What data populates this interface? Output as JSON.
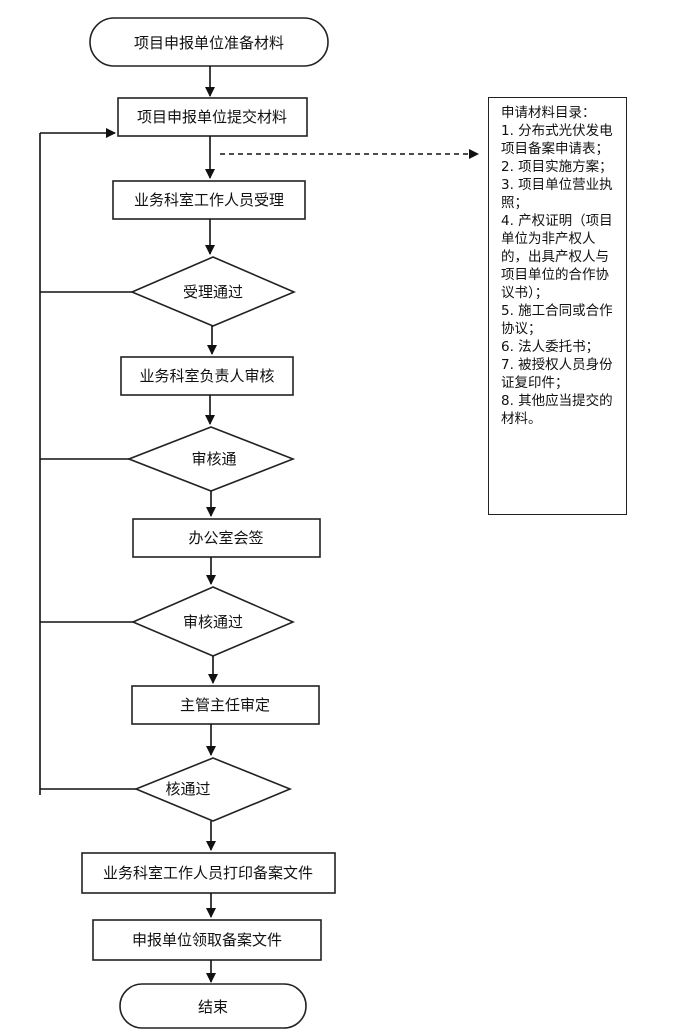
{
  "flowchart": {
    "start": "项目申报单位准备材料",
    "submit": "项目申报单位提交材料",
    "accept_staff": "业务科室工作人员受理",
    "decision_accept": "受理通过",
    "head_review": "业务科室负责人审核",
    "decision_review": "审核通",
    "office_sign": "办公室会签",
    "decision_review_2": "审核通过",
    "director_approve": "主管主任审定",
    "decision_final": "核通过",
    "print_files": "业务科室工作人员打印备案文件",
    "collect_files": "申报单位领取备案文件",
    "end": "结束"
  },
  "materials": {
    "title": "申请材料目录：",
    "items": [
      "1. 分布式光伏发电项目备案申请表；",
      "2. 项目实施方案；",
      "3. 项目单位营业执照；",
      "4. 产权证明（项目单位为非产权人的，出具产权人与项目单位的合作协议书）；",
      "5. 施工合同或合作协议；",
      "6. 法人委托书；",
      "7. 被授权人员身份证复印件；",
      "8. 其他应当提交的材料。"
    ]
  }
}
